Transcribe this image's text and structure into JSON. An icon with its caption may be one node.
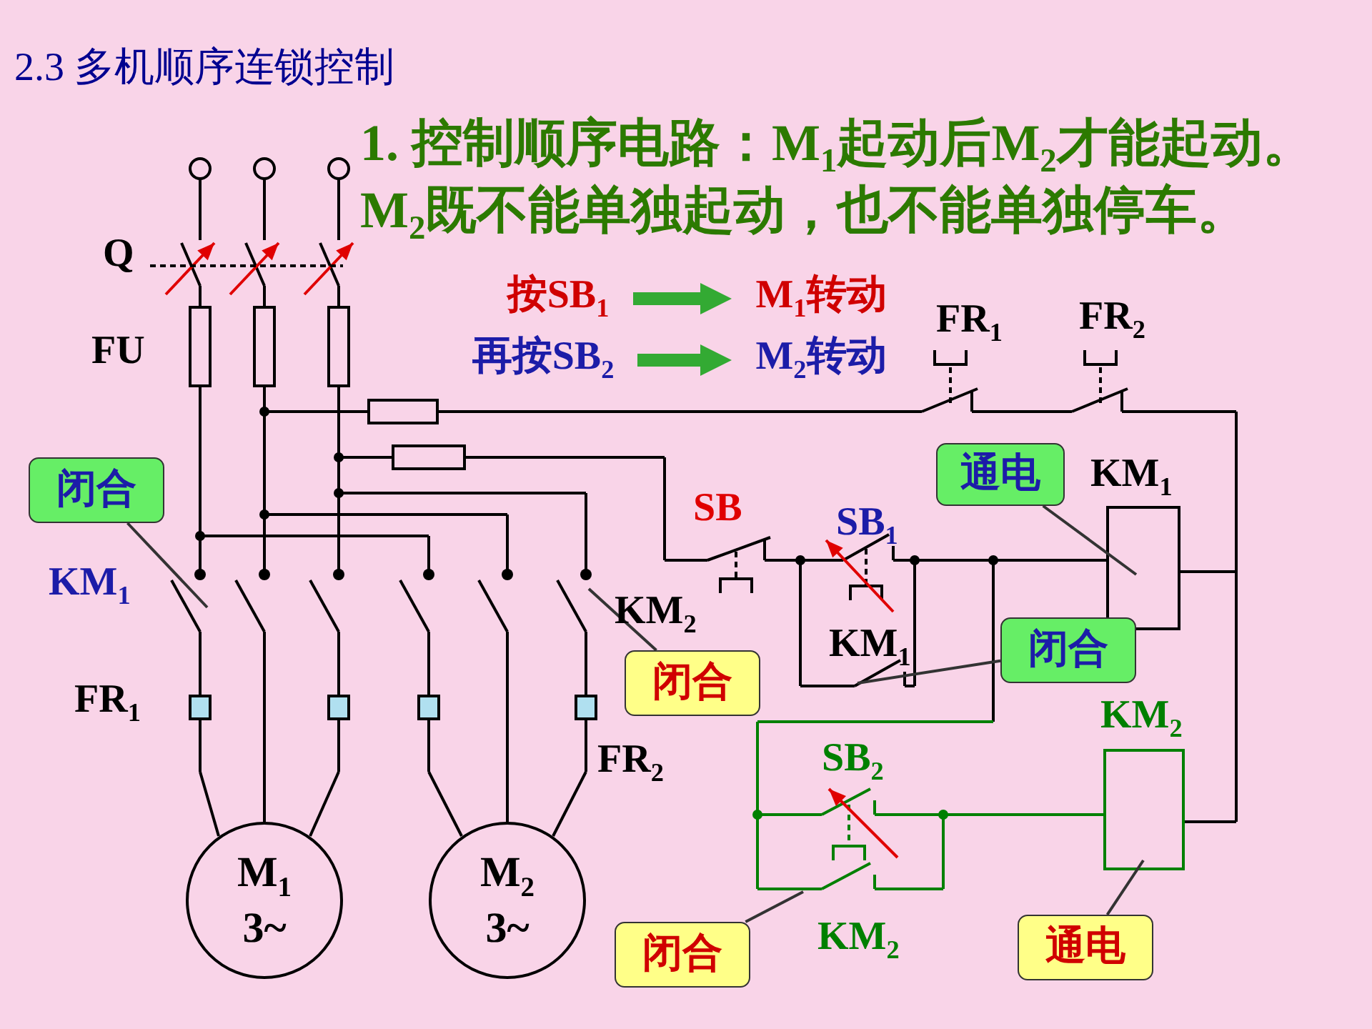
{
  "diagram": {
    "title": "2.3 多机顺序连锁控制",
    "nodes": [
      {
        "text": [
          "按SB$_{1}$"
        ]
      },
      {
        "text": [
          "M$_{1}$转动"
        ]
      },
      {
        "text": [
          "再按SB$_{2}$"
        ]
      },
      {
        "text": [
          "M$_{2}$转动"
        ]
      },
      {
        "text": [
          "闭合"
        ]
      },
      {
        "text": [
          "通电"
        ]
      },
      {
        "text": [
          "闭合"
        ]
      },
      {
        "text": [
          "闭合"
        ]
      },
      {
        "text": [
          "M$_{1}$ 3~"
        ]
      },
      {
        "text": [
          "M$_{2}$ 3~"
        ]
      },
      {
        "text": [
          "闭合"
        ]
      },
      {
        "text": [
          "通电"
        ]
      }
    ],
    "edges": [
      {
        "from": 0,
        "to": 1,
        "arrow": "to",
        "style": "thick",
        "color": "#33aa33"
      },
      {
        "from": 2,
        "to": 3,
        "arrow": "to",
        "style": "thick",
        "color": "#33aa33"
      },
      {
        "from": 4,
        "to": null,
        "arrow": "none"
      },
      {
        "from": 5,
        "to": null,
        "arrow": "none"
      },
      {
        "from": 6,
        "to": null,
        "arrow": "none"
      },
      {
        "from": 7,
        "to": null,
        "arrow": "none"
      },
      {
        "from": 10,
        "to": null,
        "arrow": "none"
      },
      {
        "from": 11,
        "to": null,
        "arrow": "none"
      }
    ],
    "labels": [
      "1. 控制顺序电路：M$_{1}$起动后M$_{2}$才能起动。M$_{2}$既不能单独起动，也不能单独停车。",
      "Q",
      "FU",
      "FR$_{1}$",
      "FR$_{2}$",
      "KM$_{1}$",
      "SB",
      "SB$_{1}$",
      "KM$_{1}$",
      "KM$_{2}$",
      "KM$_{1}$",
      "FR$_{1}$",
      "KM$_{2}$",
      "FR$_{2}$",
      "SB$_{2}$",
      "KM$_{2}$"
    ]
  }
}
